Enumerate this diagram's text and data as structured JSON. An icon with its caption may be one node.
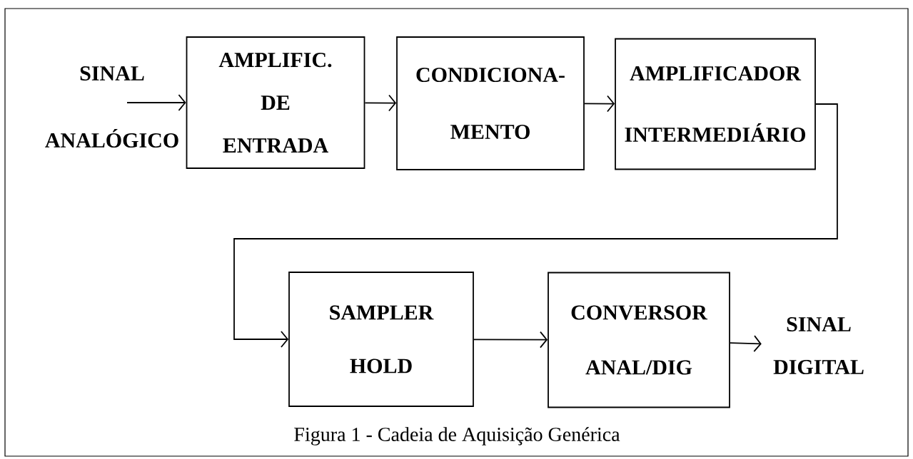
{
  "diagram": {
    "caption": "Figura 1 - Cadeia de Aquisição Genérica",
    "nodes": [
      {
        "text": [
          "SINAL ANALÓGICO"
        ]
      },
      {
        "text": [
          "AMPLIFIC. DE ENTRADA"
        ]
      },
      {
        "text": [
          "CONDICIONA- MENTO"
        ]
      },
      {
        "text": [
          "AMPLIFICADOR INTERMEDIÁRIO"
        ]
      },
      {
        "text": [
          "SAMPLER HOLD"
        ]
      },
      {
        "text": [
          "CONVERSOR ANAL/DIG"
        ]
      },
      {
        "text": [
          "SINAL DIGITAL"
        ]
      }
    ],
    "edges": [
      {
        "from": 0,
        "to": 1,
        "arrow": "to"
      },
      {
        "from": 1,
        "to": 2,
        "arrow": "to"
      },
      {
        "from": 2,
        "to": 3,
        "arrow": "to"
      },
      {
        "from": 3,
        "to": 4,
        "arrow": "to"
      },
      {
        "from": 4,
        "to": 5,
        "arrow": "to"
      },
      {
        "from": 5,
        "to": 6,
        "arrow": "to"
      }
    ]
  }
}
